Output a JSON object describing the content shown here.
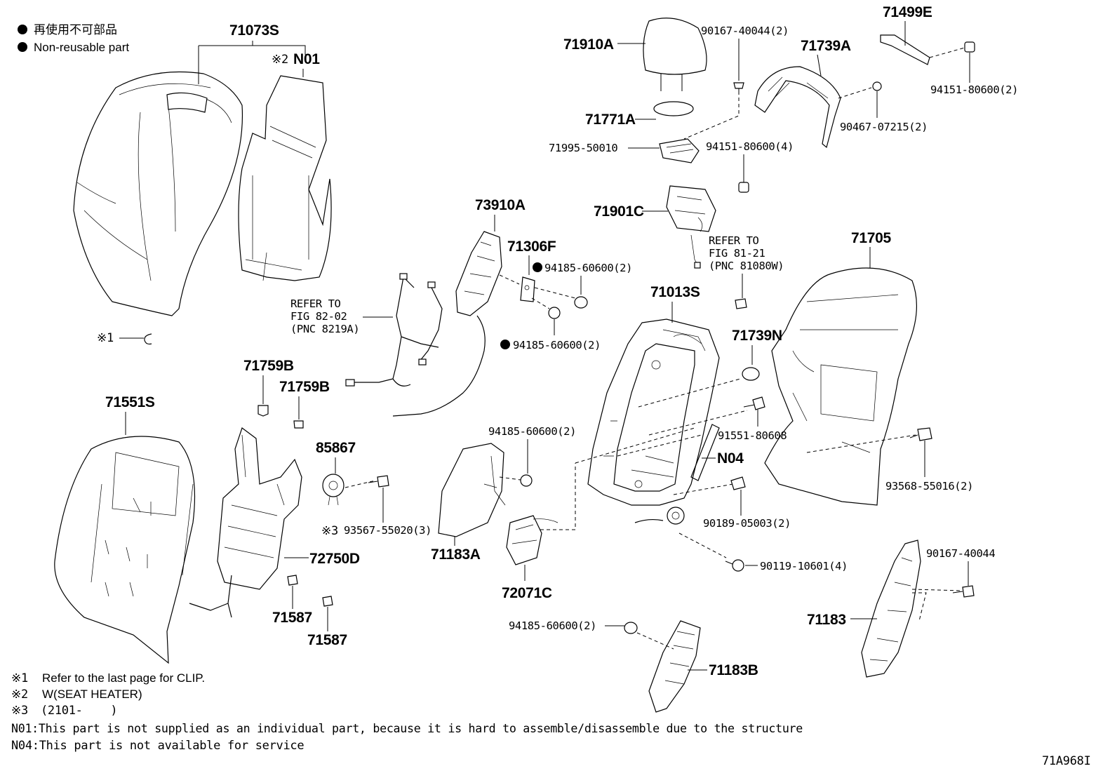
{
  "legend": {
    "non_reusable_jp": "再使用不可部品",
    "non_reusable_en": "Non-reusable part"
  },
  "parts": {
    "p71073S": "71073S",
    "p_n01_mark": "※2",
    "p_n01": "N01",
    "p71910A": "71910A",
    "p90167_40044_2": "90167-40044(2)",
    "p71739A": "71739A",
    "p71499E": "71499E",
    "p94151_80600_2": "94151-80600(2)",
    "p90467_07215_2": "90467-07215(2)",
    "p71771A": "71771A",
    "p71995_50010": "71995-50010",
    "p94151_80600_4": "94151-80600(4)",
    "p71901C": "71901C",
    "p73910A": "73910A",
    "p71306F": "71306F",
    "p94185_60600_2a": "94185-60600(2)",
    "p94185_60600_2b": "94185-60600(2)",
    "p71013S": "71013S",
    "p71705": "71705",
    "p71739N": "71739N",
    "p91551_80608": "91551-80608",
    "pN04": "N04",
    "p93568_55016_2": "93568-55016(2)",
    "p90189_05003_2": "90189-05003(2)",
    "p90119_10601_4": "90119-10601(4)",
    "p71759B_a": "71759B",
    "p71759B_b": "71759B",
    "p71551S": "71551S",
    "p85867": "85867",
    "p93567_mark": "※3",
    "p93567_55020_3": "93567-55020(3)",
    "p72750D": "72750D",
    "p71587_a": "71587",
    "p71587_b": "71587",
    "p94185_60600_2c": "94185-60600(2)",
    "p71183A": "71183A",
    "p72071C": "72071C",
    "p94185_60600_2d": "94185-60600(2)",
    "p71183B": "71183B",
    "p90167_40044": "90167-40044",
    "p71183": "71183",
    "clip_mark": "※1"
  },
  "refs": {
    "ref1": [
      "REFER TO",
      "FIG 82-02",
      "(PNC 8219A)"
    ],
    "ref2": [
      "REFER TO",
      "FIG 81-21",
      "(PNC 81080W)"
    ]
  },
  "notes": {
    "n1_mark": "※1",
    "n1": "Refer to the last page for CLIP.",
    "n2_mark": "※2",
    "n2": "W(SEAT HEATER)",
    "n3_mark": "※3",
    "n3": "(2101-    )",
    "n01": "N01:This part is not supplied as an individual part, because it is hard to assemble/disassemble due to the structure",
    "n04": "N04:This part is not available for service"
  },
  "figure_id": "71A968I"
}
